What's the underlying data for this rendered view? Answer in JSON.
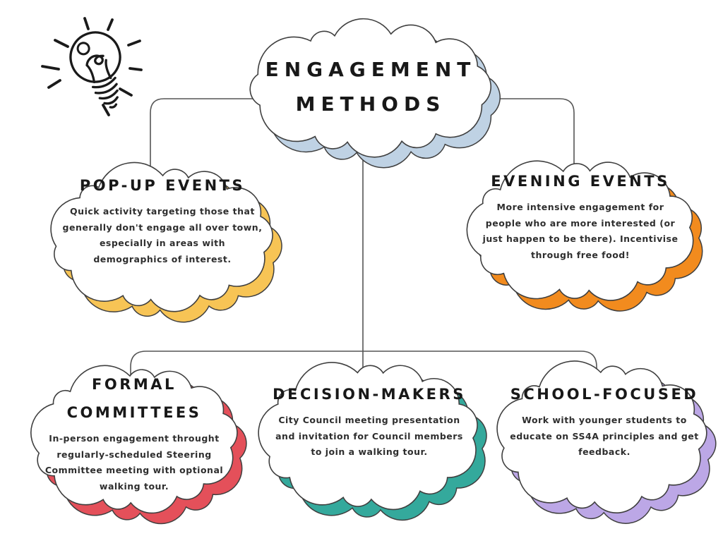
{
  "canvas": {
    "background": "#ffffff",
    "outline_color": "#3f3f3f",
    "connector_color": "#555555",
    "text_color": "#262626"
  },
  "icons": {
    "lightbulb": "lightbulb-icon"
  },
  "nodes": {
    "engagement": {
      "title": "ENGAGEMENT\nMETHODS",
      "body": "",
      "shadow_color": "#bfd2e4"
    },
    "popup": {
      "title": "POP-UP EVENTS",
      "body": "Quick activity targeting those that\ngenerally don't engage all over town,\nespecially in areas with\ndemographics of interest.",
      "shadow_color": "#f7c455"
    },
    "evening": {
      "title": "EVENING EVENTS",
      "body": "More intensive engagement for\npeople who are more interested (or\njust happen to be there). Incentivise\nthrough free food!",
      "shadow_color": "#f28b1e"
    },
    "formal": {
      "title": "FORMAL\nCOMMITTEES",
      "body": "In-person engagement throught\nregularly-scheduled Steering\nCommittee meeting with optional\nwalking tour.",
      "shadow_color": "#e4505a"
    },
    "decision": {
      "title": "DECISION-MAKERS",
      "body": "City Council meeting presentation\nand invitation for Council members\nto join a walking tour.",
      "shadow_color": "#34a99c"
    },
    "school": {
      "title": "SCHOOL-FOCUSED",
      "body": "Work with younger students to\neducate on SS4A principles and get\nfeedback.",
      "shadow_color": "#bca7e6"
    }
  }
}
